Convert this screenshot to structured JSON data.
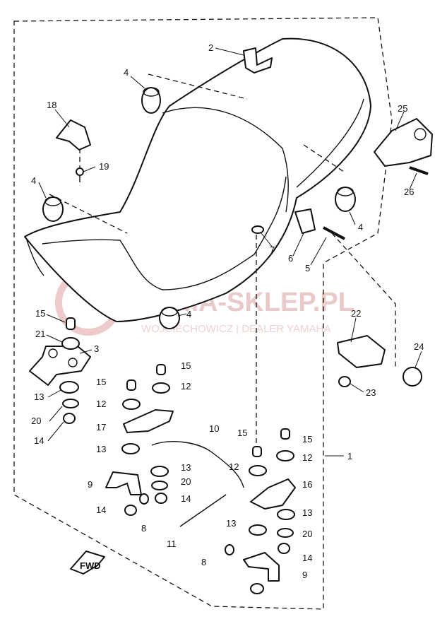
{
  "watermark": {
    "title": "YAMA-SKLEP.PL",
    "subtitle": "WOJCIECHOWICZ | DEALER YAMAHA"
  },
  "fwd_label": "FWD",
  "callouts": {
    "c1": "1",
    "c2": "2",
    "c3": "3",
    "c4a": "4",
    "c4b": "4",
    "c4c": "4",
    "c4d": "4",
    "c5": "5",
    "c6": "6",
    "c7": "7",
    "c8a": "8",
    "c8b": "8",
    "c9a": "9",
    "c9b": "9",
    "c10": "10",
    "c11": "11",
    "c12a": "12",
    "c12b": "12",
    "c12c": "12",
    "c12d": "12",
    "c13a": "13",
    "c13b": "13",
    "c13c": "13",
    "c13d": "13",
    "c13e": "13",
    "c14a": "14",
    "c14b": "14",
    "c14c": "14",
    "c14d": "14",
    "c15a": "15",
    "c15b": "15",
    "c15c": "15",
    "c15d": "15",
    "c15e": "15",
    "c16": "16",
    "c17": "17",
    "c18": "18",
    "c19": "19",
    "c20a": "20",
    "c20b": "20",
    "c20c": "20",
    "c21": "21",
    "c22": "22",
    "c23": "23",
    "c24": "24",
    "c25": "25",
    "c26": "26"
  },
  "colors": {
    "line": "#111111",
    "watermark": "#e9c9c9",
    "background": "#ffffff"
  }
}
